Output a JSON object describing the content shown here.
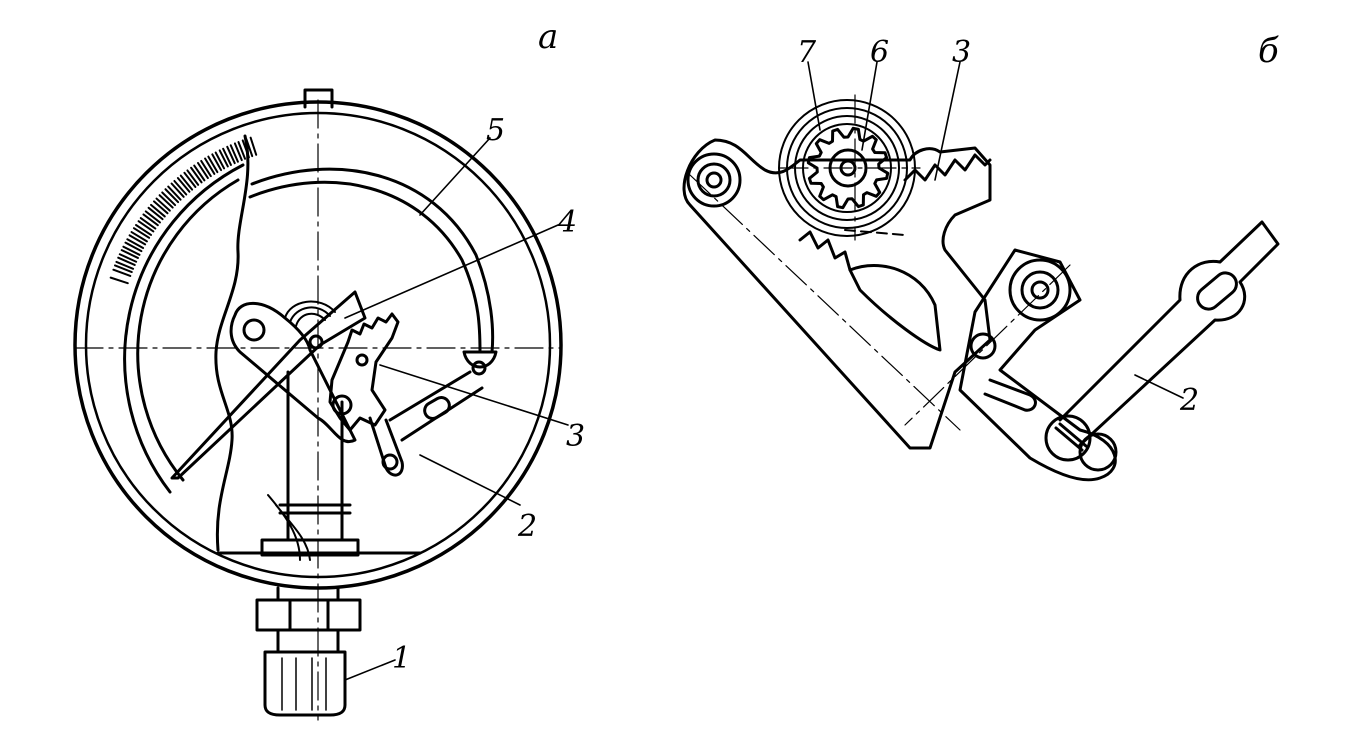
{
  "colors": {
    "ink": "#000000",
    "paper": "#ffffff"
  },
  "panels": {
    "a": "а",
    "b": "б"
  },
  "labels_a": {
    "n1": "1",
    "n2": "2",
    "n3": "3",
    "n4": "4",
    "n5": "5"
  },
  "labels_b": {
    "n2": "2",
    "n3": "3",
    "n6": "6",
    "n7": "7"
  }
}
